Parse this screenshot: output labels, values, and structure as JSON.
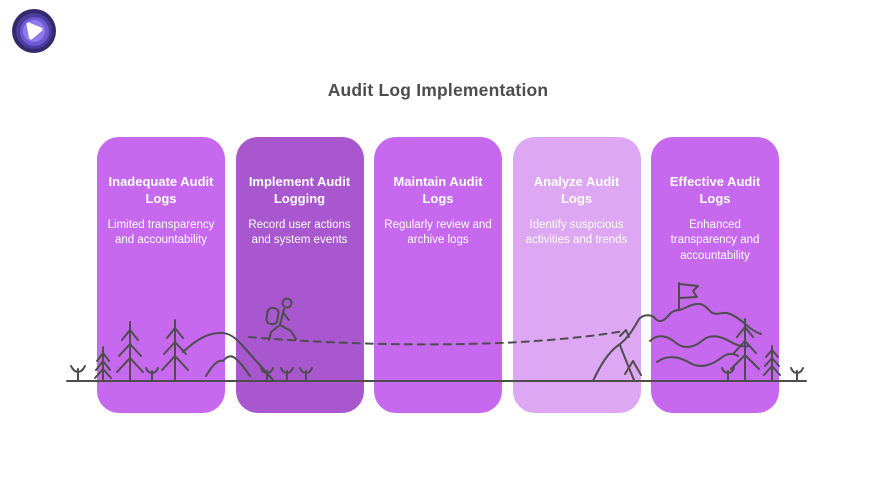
{
  "header": {
    "title": "Audit Log Implementation",
    "title_color": "#4d4d4d"
  },
  "logo": {
    "outer_color": "#312a6d",
    "ring1_color": "#4c3c9c",
    "ring2_color": "#6e58d4",
    "core_color": "#8f7cec",
    "glyph_color": "#ffffff"
  },
  "panels": [
    {
      "title": "Inadequate Audit Logs",
      "description": "Limited transparency and accountability",
      "bg": "#c669ef",
      "text_color": "#ffffff"
    },
    {
      "title": "Implement Audit Logging",
      "description": "Record user actions and system events",
      "bg": "#a857cf",
      "text_color": "#ffffff"
    },
    {
      "title": "Maintain Audit Logs",
      "description": "Regularly review and archive logs",
      "bg": "#c669ef",
      "text_color": "#ffffff"
    },
    {
      "title": "Analyze Audit Logs",
      "description": "Identify suspicious activities and trends",
      "bg": "#dda7f4",
      "text_color": "#ffffff"
    },
    {
      "title": "Effective Audit Logs",
      "description": "Enhanced transparency and accountability",
      "bg": "#c669ef",
      "text_color": "#ffffff"
    }
  ],
  "illustration": {
    "stroke_color": "#4d4d4d",
    "elements": "ground-line, pine-trees, sprouts, hills, hiker with backpack, dashed trail, mountain, summit flag, contour lines"
  }
}
